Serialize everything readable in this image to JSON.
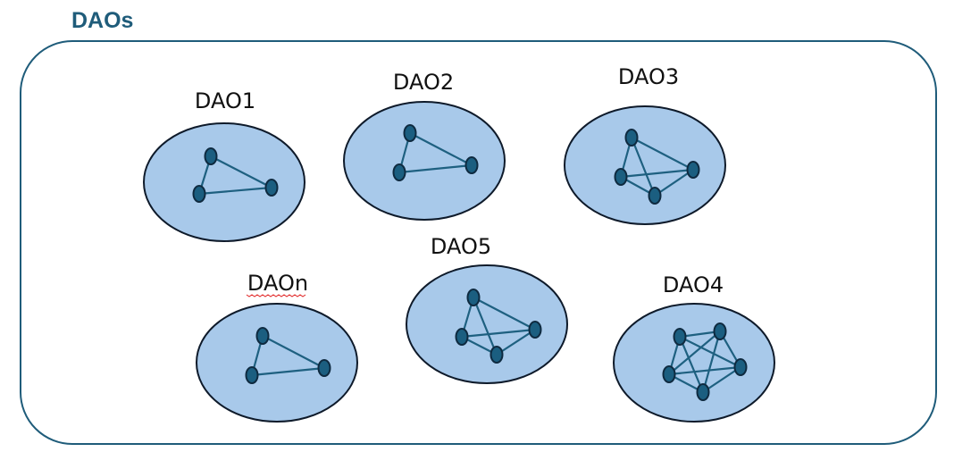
{
  "title": "DAOs",
  "colors": {
    "title": "#1f5c7a",
    "container_border": "#1f5c7a",
    "cluster_fill": "#a8c9ea",
    "cluster_border": "#0e1a2a",
    "node_fill": "#1b5e80",
    "edge": "#1e6080",
    "spellcheck_underline": "#e02020"
  },
  "clusters": [
    {
      "id": "dao1",
      "label": "DAO1",
      "node_count": 3
    },
    {
      "id": "dao2",
      "label": "DAO2",
      "node_count": 3
    },
    {
      "id": "dao3",
      "label": "DAO3",
      "node_count": 4
    },
    {
      "id": "daon",
      "label": "DAOn",
      "node_count": 3,
      "spellcheck_underline": true
    },
    {
      "id": "dao5",
      "label": "DAO5",
      "node_count": 4
    },
    {
      "id": "dao4",
      "label": "DAO4",
      "node_count": 5
    }
  ]
}
